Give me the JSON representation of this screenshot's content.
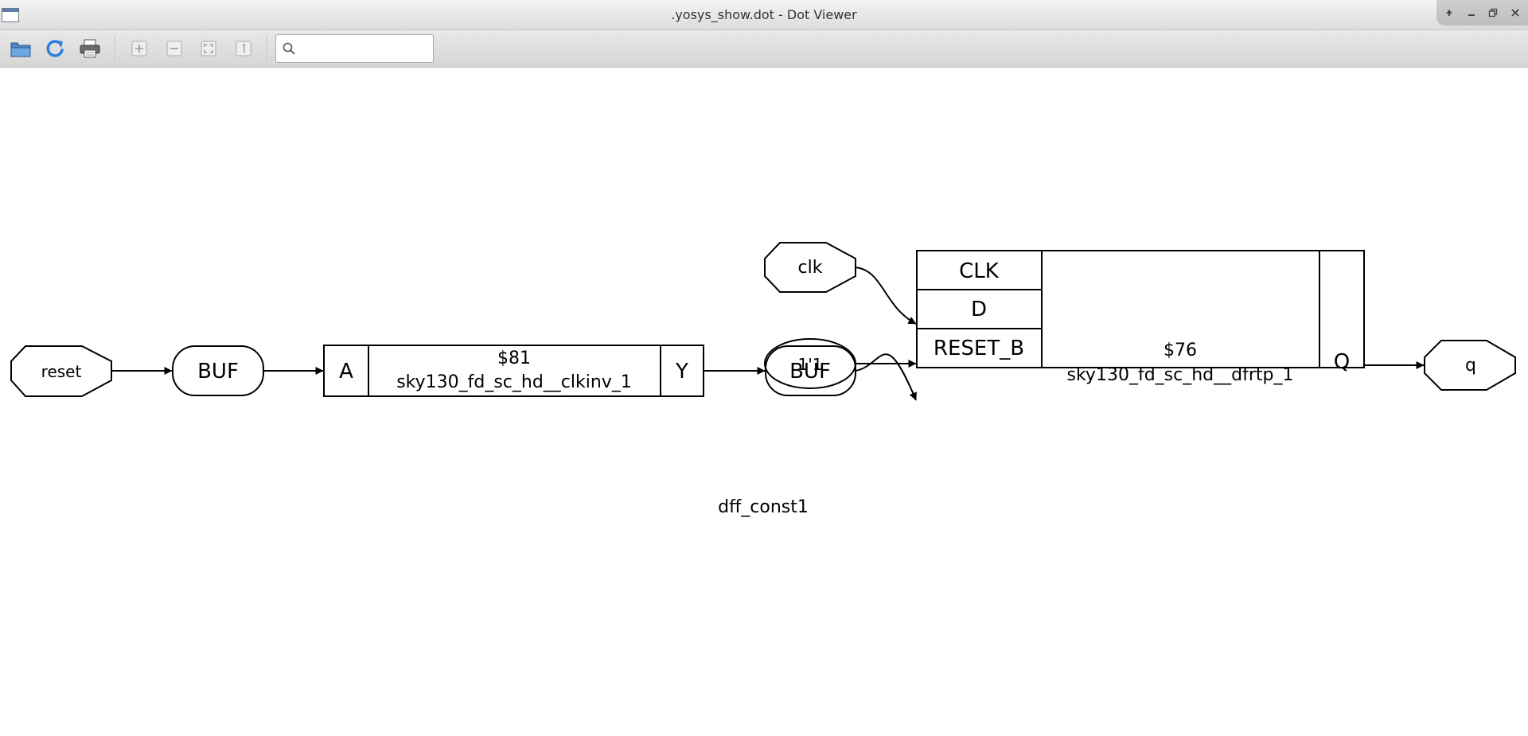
{
  "window": {
    "title": ".yosys_show.dot - Dot Viewer"
  },
  "search": {
    "value": "",
    "placeholder": ""
  },
  "graph": {
    "nodes": {
      "clk": "clk",
      "const": "1'1",
      "reset": "reset",
      "q": "q",
      "buf1": "BUF",
      "buf2": "BUF"
    },
    "cell81": {
      "in_port": "A",
      "id": "$81",
      "type": "sky130_fd_sc_hd__clkinv_1",
      "out_port": "Y"
    },
    "cell76": {
      "port_clk": "CLK",
      "port_d": "D",
      "port_reset": "RESET_B",
      "id": "$76",
      "type": "sky130_fd_sc_hd__dfrtp_1",
      "out_port": "Q"
    },
    "edge_label": "dff_const1"
  },
  "colors": {
    "stroke": "#000000",
    "background": "#ffffff"
  }
}
